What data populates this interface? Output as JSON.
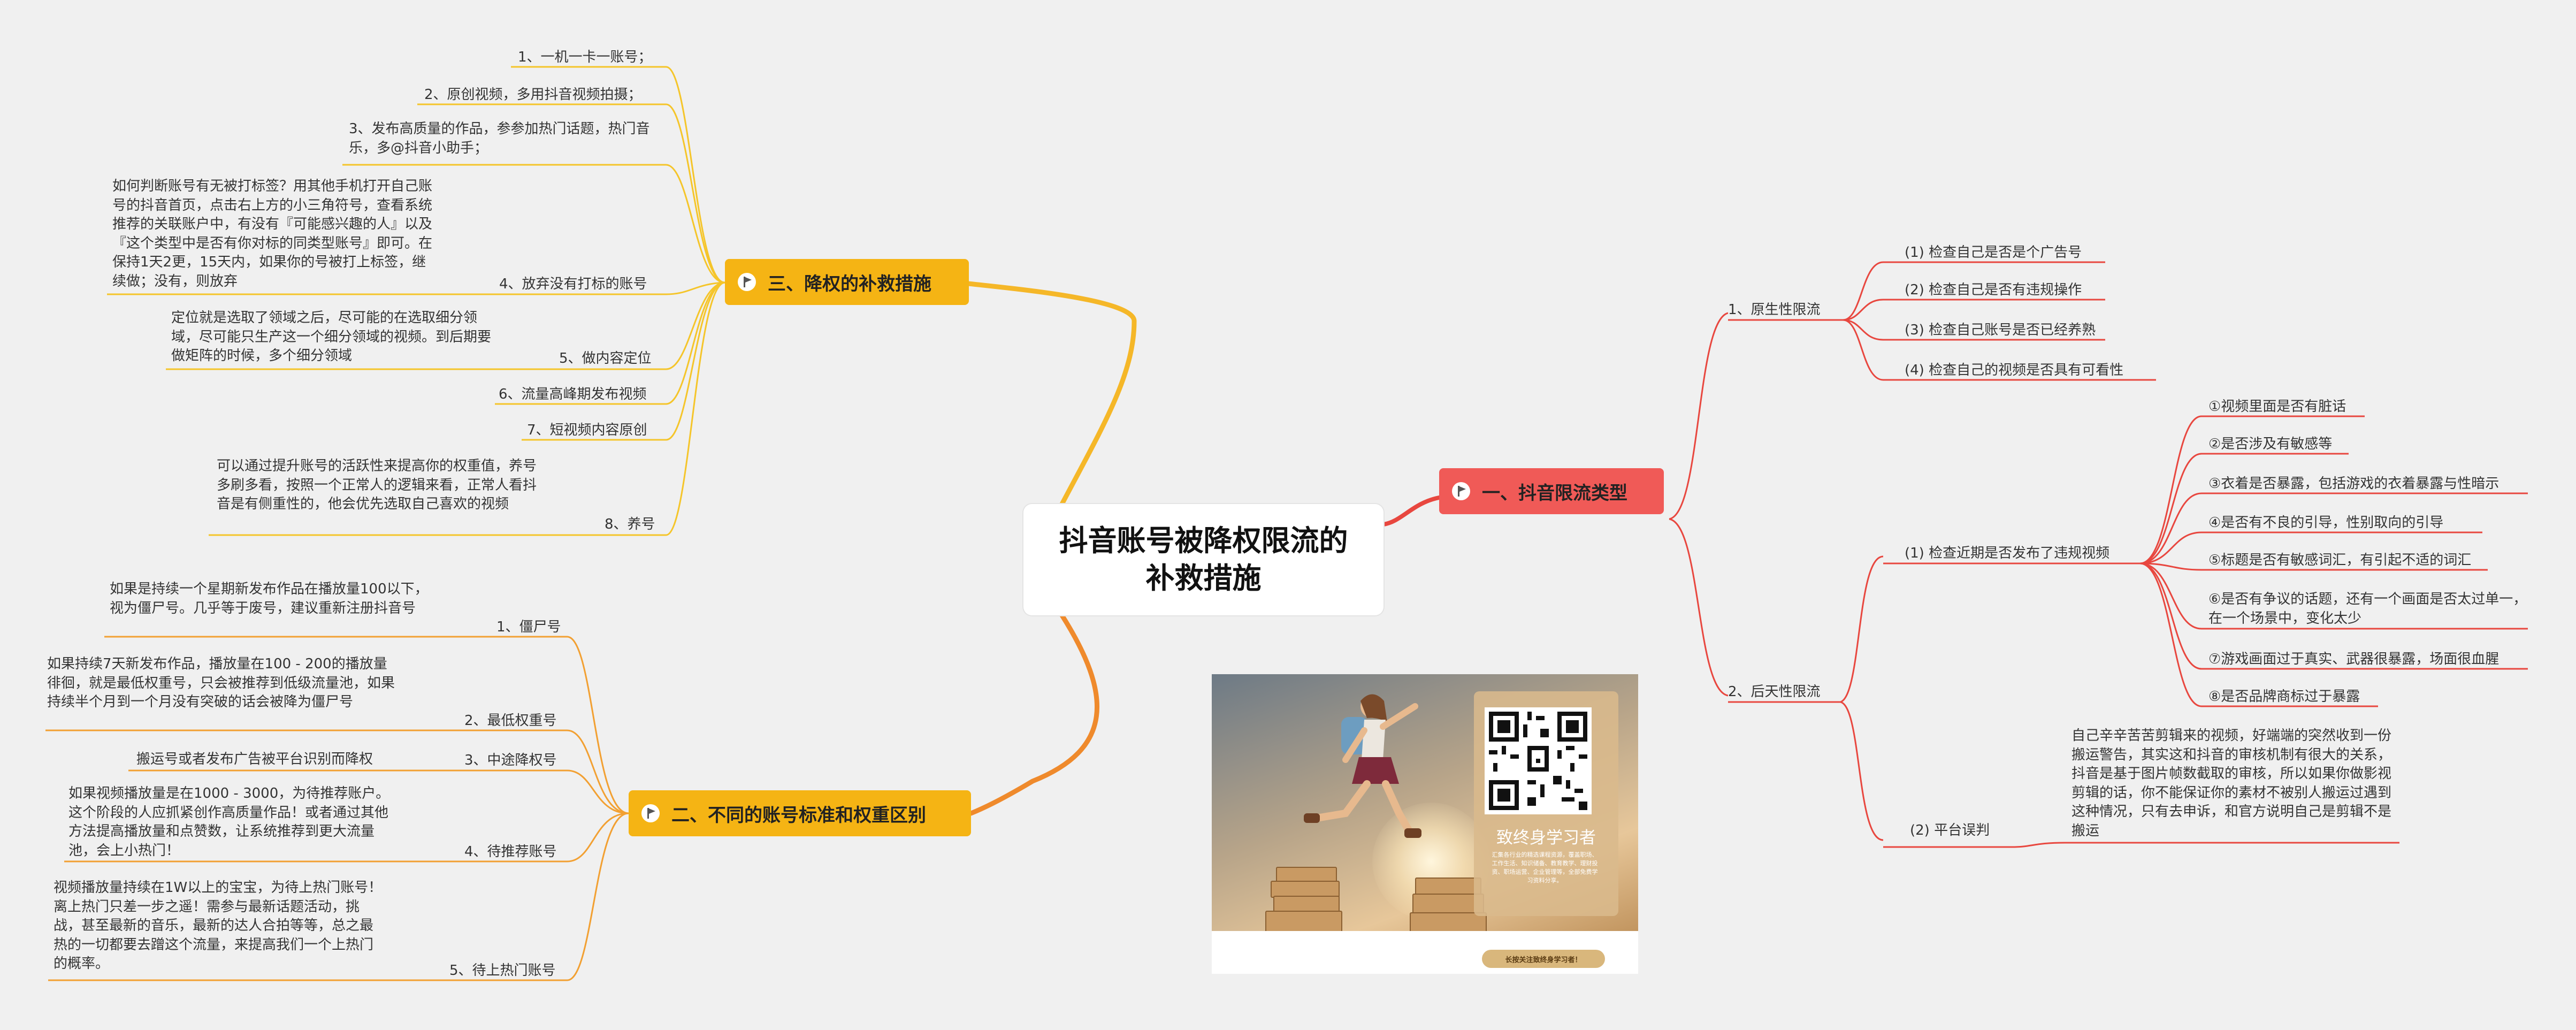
{
  "root": {
    "line1": "抖音账号被降权限流的",
    "line2": "补救措施"
  },
  "branch1": {
    "label": "一、抖音限流类型",
    "color": "#f05a57",
    "sub1": {
      "label": "1、原生性限流",
      "items": [
        "(1) 检查自己是否是个广告号",
        "(2) 检查自己是否有违规操作",
        "(3) 检查自己账号是否已经养熟",
        "(4) 检查自己的视频是否具有可看性"
      ]
    },
    "sub2": {
      "label": "2、后天性限流",
      "violation": {
        "label": "(1) 检查近期是否发布了违规视频",
        "items": [
          "①视频里面是否有脏话",
          "②是否涉及有敏感等",
          "③衣着是否暴露，包括游戏的衣着暴露与性暗示",
          "④是否有不良的引导，性别取向的引导",
          "⑤标题是否有敏感词汇，有引起不适的词汇",
          "⑥是否有争议的话题，还有一个画面是否太过单一，在一个场景中，变化太少",
          "⑦游戏画面过于真实、武器很暴露，场面很血腥",
          "⑧是否品牌商标过于暴露"
        ]
      },
      "platform": {
        "label": "(2) 平台误判",
        "note": "自己辛辛苦苦剪辑来的视频，好端端的突然收到一份搬运警告，其实这和抖音的审核机制有很大的关系，抖音是基于图片帧数截取的审核，所以如果你做影视剪辑的话，你不能保证你的素材不被别人搬运过遇到这种情况，只有去申诉，和官方说明自己是剪辑不是搬运"
      }
    }
  },
  "branch2": {
    "label": "二、不同的账号标准和权重区别",
    "color": "#f5b414",
    "items": [
      {
        "label": "1、僵尸号",
        "note": "如果是持续一个星期新发布作品在播放量100以下，视为僵尸号。几乎等于废号，建议重新注册抖音号"
      },
      {
        "label": "2、最低权重号",
        "note": "如果持续7天新发布作品，播放量在100 - 200的播放量徘徊，就是最低权重号，只会被推荐到低级流量池，如果持续半个月到一个月没有突破的话会被降为僵尸号"
      },
      {
        "label": "3、中途降权号",
        "note": "搬运号或者发布广告被平台识别而降权"
      },
      {
        "label": "4、待推荐账号",
        "note": "如果视频播放量是在1000 - 3000，为待推荐账户。这个阶段的人应抓紧创作高质量作品！或者通过其他方法提高播放量和点赞数，让系统推荐到更大流量池，会上小热门！"
      },
      {
        "label": "5、待上热门账号",
        "note": "视频播放量持续在1W以上的宝宝，为待上热门账号！离上热门只差一步之遥！需参与最新话题活动，挑战，甚至最新的音乐，最新的达人合拍等等，总之最热的一切都要去蹭这个流量，来提高我们一个上热门的概率。"
      }
    ]
  },
  "branch3": {
    "label": "三、降权的补救措施",
    "color": "#f5b414",
    "items": [
      {
        "label": "1、一机一卡一账号；"
      },
      {
        "label": "2、原创视频，多用抖音视频拍摄；"
      },
      {
        "label": "3、发布高质量的作品，参参加热门话题，热门音乐，多@抖音小助手；"
      },
      {
        "label": "4、放弃没有打标的账号",
        "note": "如何判断账号有无被打标签？用其他手机打开自己账号的抖音首页，点击右上方的小三角符号，查看系统推荐的关联账户中，有没有『可能感兴趣的人』以及『这个类型中是否有你对标的同类型账号』即可。在保持1天2更，15天内，如果你的号被打上标签，继续做；没有，则放弃"
      },
      {
        "label": "5、做内容定位",
        "note": "定位就是选取了领域之后，尽可能的在选取细分领域，尽可能只生产这一个细分领域的视频。到后期要做矩阵的时候，多个细分领域"
      },
      {
        "label": "6、流量高峰期发布视频"
      },
      {
        "label": "7、短视频内容原创"
      },
      {
        "label": "8、养号",
        "note": "可以通过提升账号的活跃性来提高你的权重值，养号多刷多看，按照一个正常人的逻辑来看，正常人看抖音是有侧重性的，他会优先选取自己喜欢的视频"
      }
    ]
  },
  "poster": {
    "title": "致终身学习者",
    "description": "汇集各行业的精选课程资源，覆盖职场、工作生活、知识储备、教育教学、理财投资、职场运营、企业管理等，全部免费学习资料分享。",
    "banner": "长按关注致终身学习者！"
  },
  "colors": {
    "red": "#e8473f",
    "orange": "#f5a623",
    "yellow": "#f5c211",
    "branch_orange": "#ef8a2c"
  }
}
